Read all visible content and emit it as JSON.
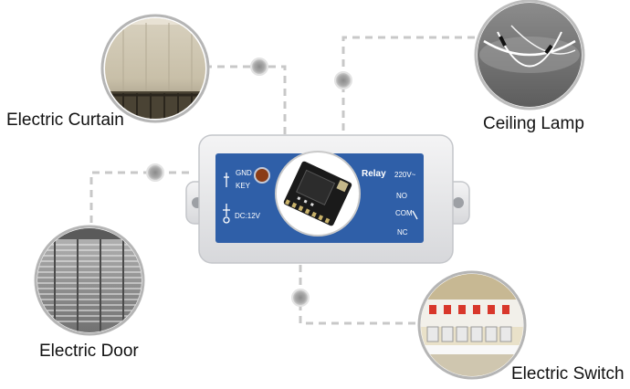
{
  "labels": {
    "curtain": "Electric Curtain",
    "lamp": "Ceiling Lamp",
    "door": "Electric Door",
    "switch": "Electric Switch"
  },
  "device": {
    "gnd": "GND",
    "key": "KEY",
    "dc": "DC:12V",
    "relay": "Relay",
    "v220": "220V~",
    "no": "NO",
    "com": "COM",
    "nc": "NC"
  },
  "colors": {
    "panel_blue": "#2f5fa8",
    "enclosure": "#ecedef",
    "connector_line": "#c8c8c8",
    "connector_dot": "#9a9a9a"
  }
}
